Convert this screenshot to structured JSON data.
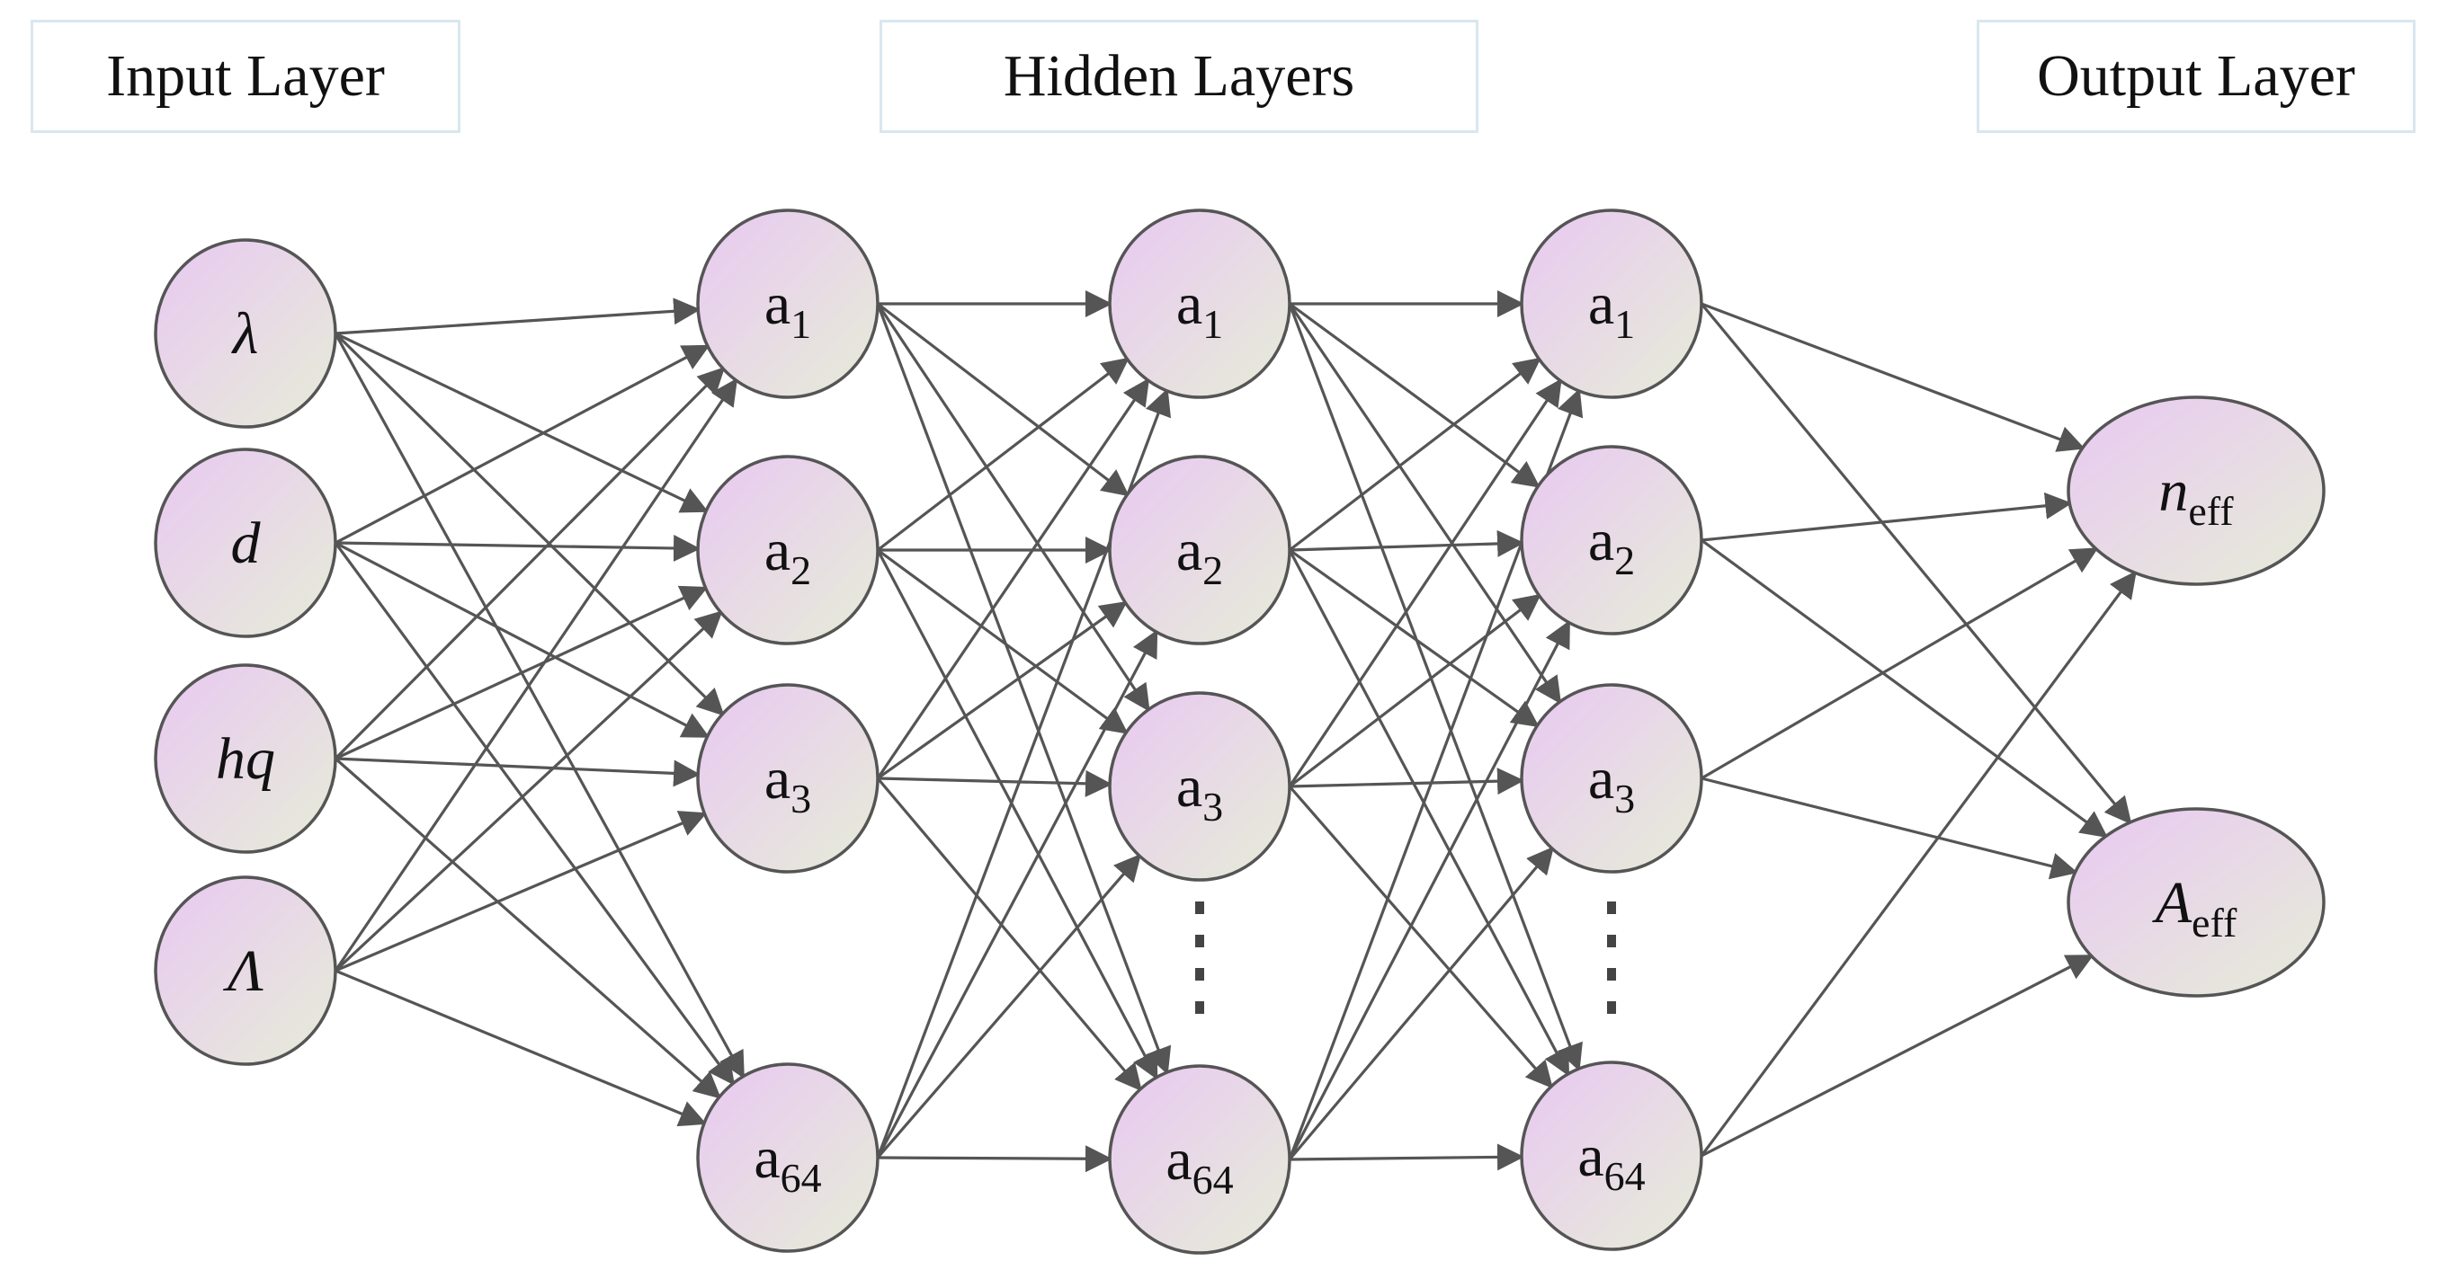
{
  "titles": {
    "input": "Input Layer",
    "hidden": "Hidden Layers",
    "output": "Output Layer"
  },
  "layers": [
    {
      "id": "input",
      "nodes": [
        {
          "base": "λ",
          "sub": "",
          "italic": true
        },
        {
          "base": "d",
          "sub": "",
          "italic": true
        },
        {
          "base": "hq",
          "sub": "",
          "italic": true
        },
        {
          "base": "Λ",
          "sub": "",
          "italic": true
        }
      ]
    },
    {
      "id": "hidden1",
      "nodes": [
        {
          "base": "a",
          "sub": "1",
          "italic": false
        },
        {
          "base": "a",
          "sub": "2",
          "italic": false
        },
        {
          "base": "a",
          "sub": "3",
          "italic": false
        },
        {
          "base": "a",
          "sub": "64",
          "italic": false
        }
      ]
    },
    {
      "id": "hidden2",
      "nodes": [
        {
          "base": "a",
          "sub": "1",
          "italic": false
        },
        {
          "base": "a",
          "sub": "2",
          "italic": false
        },
        {
          "base": "a",
          "sub": "3",
          "italic": false
        },
        {
          "base": "a",
          "sub": "64",
          "italic": false
        }
      ]
    },
    {
      "id": "hidden3",
      "nodes": [
        {
          "base": "a",
          "sub": "1",
          "italic": false
        },
        {
          "base": "a",
          "sub": "2",
          "italic": false
        },
        {
          "base": "a",
          "sub": "3",
          "italic": false
        },
        {
          "base": "a",
          "sub": "64",
          "italic": false
        }
      ]
    },
    {
      "id": "output",
      "nodes": [
        {
          "base": "n",
          "sub": "eff",
          "italic": true
        },
        {
          "base": "A",
          "sub": "eff",
          "italic": true
        }
      ]
    }
  ],
  "ellipsis_layers": [
    "hidden2",
    "hidden3"
  ],
  "colors": {
    "node_top": "#e9c9f2",
    "node_bottom": "#e6ecd8",
    "node_stroke": "#555555",
    "edge": "#555555",
    "title_border": "#d9e7ef"
  }
}
